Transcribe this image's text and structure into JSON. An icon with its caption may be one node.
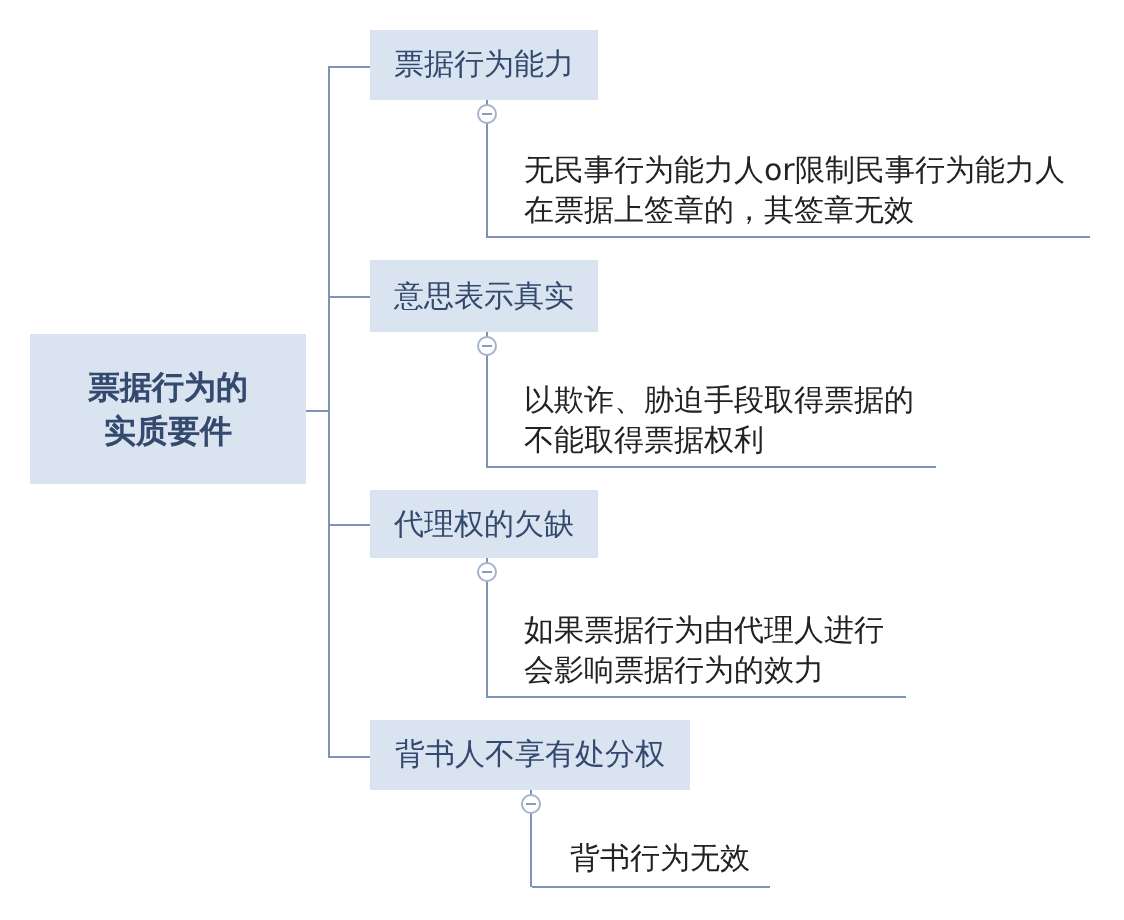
{
  "diagram": {
    "nodes": [
      {
        "text": [
          "票据行为的实质要件"
        ]
      },
      {
        "text": [
          "票据行为能力"
        ]
      },
      {
        "text": [
          "无民事行为能力人or限制民事行为能力人在票据上签章的，其签章无效"
        ]
      },
      {
        "text": [
          "意思表示真实"
        ]
      },
      {
        "text": [
          "以欺诈、胁迫手段取得票据的不能取得票据权利"
        ]
      },
      {
        "text": [
          "代理权的欠缺"
        ]
      },
      {
        "text": [
          "如果票据行为由代理人进行会影响票据行为的效力"
        ]
      },
      {
        "text": [
          "背书人不享有处分权"
        ]
      },
      {
        "text": [
          "背书行为无效"
        ]
      }
    ],
    "edges": [
      {
        "from": 0,
        "to": 1,
        "arrow": "none"
      },
      {
        "from": 1,
        "to": 2,
        "arrow": "none"
      },
      {
        "from": 0,
        "to": 3,
        "arrow": "none"
      },
      {
        "from": 3,
        "to": 4,
        "arrow": "none"
      },
      {
        "from": 0,
        "to": 5,
        "arrow": "none"
      },
      {
        "from": 5,
        "to": 6,
        "arrow": "none"
      },
      {
        "from": 0,
        "to": 7,
        "arrow": "none"
      },
      {
        "from": 7,
        "to": 8,
        "arrow": "none"
      }
    ]
  }
}
